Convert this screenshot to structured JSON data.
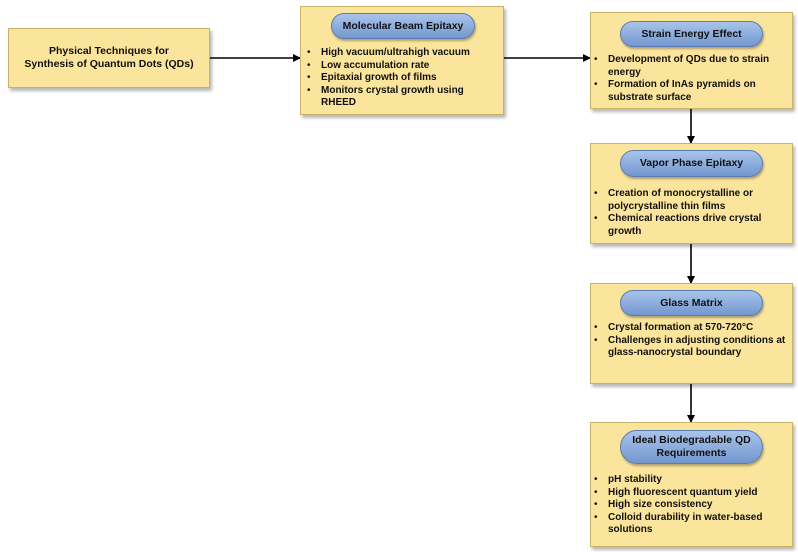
{
  "root": {
    "label": "Physical Techniques for Synthesis of Quantum Dots (QDs)"
  },
  "mbe": {
    "title": "Molecular Beam Epitaxy",
    "bullets": [
      "High vacuum/ultrahigh vacuum",
      " Low accumulation rate",
      "Epitaxial growth of films",
      "Monitors crystal growth using RHEED"
    ]
  },
  "strain": {
    "title": "Strain Energy Effect",
    "bullets": [
      "Development of QDs due to strain energy",
      "Formation of InAs pyramids on substrate surface"
    ]
  },
  "vpe": {
    "title": "Vapor Phase Epitaxy",
    "bullets": [
      "Creation of monocrystalline or polycrystalline thin films",
      "Chemical reactions drive crystal growth"
    ]
  },
  "glass": {
    "title": "Glass Matrix",
    "bullets": [
      " Crystal formation at 570-720°C",
      "  Challenges in adjusting conditions at glass-nanocrystal boundary"
    ]
  },
  "ideal": {
    "title": "Ideal Biodegradable QD Requirements",
    "bullets": [
      "pH stability",
      " High fluorescent quantum yield",
      "  High size consistency",
      "Colloid durability in water-based solutions"
    ]
  }
}
